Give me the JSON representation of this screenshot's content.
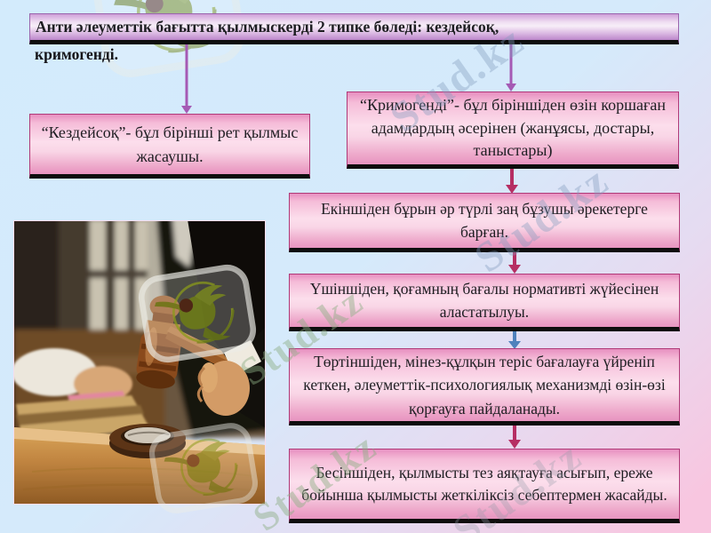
{
  "slide_title": {
    "line1": "Анти әлеуметтік бағытта қылмыскерді 2 типке бөледі: кездейсоқ,",
    "line2": "кримогенді."
  },
  "flow_boxes": {
    "kezdeisok": "“Кездейсоқ”- бұл бірінші рет қылмыс жасаушы.",
    "krimogendi": "“Кримогенді”- бұл біріншіден өзін коршаған адамдардың әсерінен (жанұясы, достары, таныстары)",
    "second": "Екіншіден бұрын әр түрлі заң бұзушы әрекетерге барған.",
    "third": "Үшіншіден, қоғамның бағалы нормативті жүйесінен аластатылуы.",
    "fourth": "Төртіншіден, мінез-құлқын теріс бағалауға үйреніп кеткен, әлеуметтік-психологиялық механизмді өзін-өзі қорғауға пайдаланады.",
    "fifth": "Бесіншіден, қылмысты тез аяқтауға асығып, ереже бойынша қылмысты жеткіліксіз себептермен жасайды."
  },
  "watermark": {
    "text": "Stud.kz"
  },
  "colors": {
    "background_blue": "#d3ebfc",
    "background_pink": "#f8c6e0",
    "box_pink_light": "#fcdeec",
    "box_pink_edge": "#e78fc0",
    "box_border": "#b03a78",
    "title_purple": "#c99ad3",
    "title_border": "#9a64ad",
    "arrow_purple": "#a55ab4",
    "arrow_crimson": "#b62e63",
    "arrow_blue": "#4f81bd",
    "shadow_black": "#0d0d0d"
  }
}
